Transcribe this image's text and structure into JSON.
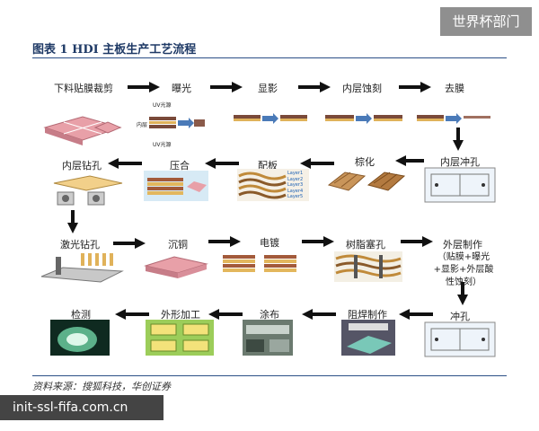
{
  "watermark": "世界杯部门",
  "figure_title": "图表 1   HDI 主板生产工艺流程",
  "source": "资料来源：搜狐科技，华创证券",
  "banner": "init-ssl-fifa.com.cn",
  "steps": {
    "cut": "下料贴膜裁剪",
    "expose": "曝光",
    "develop": "显影",
    "inner_etch": "内层蚀刻",
    "strip": "去膜",
    "inner_punch": "内层冲孔",
    "brown": "棕化",
    "layup": "配板",
    "press": "压合",
    "inner_drill": "内层钻孔",
    "laser_drill": "激光钻孔",
    "copper_dep": "沉铜",
    "plating": "电镀",
    "resin_plug": "树脂塞孔",
    "outer": "外层制作",
    "outer_note": "（贴膜+曝光+显影+外层酸性蚀刻）",
    "punch": "冲孔",
    "solder_mask": "阻焊制作",
    "coat": "涂布",
    "profile": "外形加工",
    "inspect": "检测"
  },
  "image_text": {
    "uv_top": "UV光源",
    "uv_bottom": "UV光源",
    "inner_label": "内层",
    "layers": [
      "Layer1",
      "Layer2",
      "Layer3",
      "Layer4",
      "Layer5"
    ]
  }
}
